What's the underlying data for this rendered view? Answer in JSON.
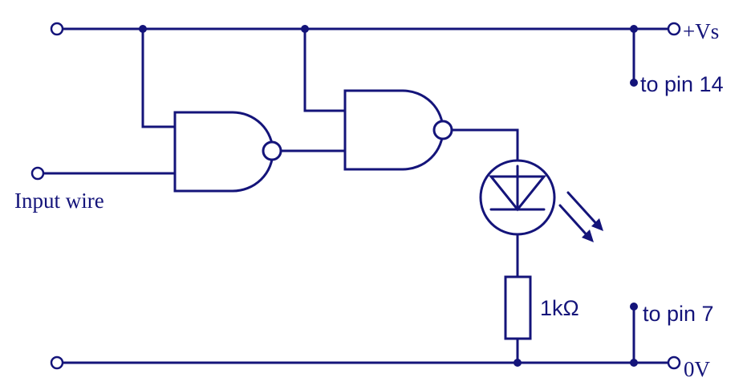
{
  "diagram": {
    "supply_label": "+Vs",
    "ground_label": "0V",
    "input_label": "Input wire",
    "pin14_label": "to pin 14",
    "pin7_label": "to pin 7",
    "resistor_label": "1kΩ"
  },
  "colors": {
    "ink": "#14147a",
    "background": "#ffffff"
  }
}
